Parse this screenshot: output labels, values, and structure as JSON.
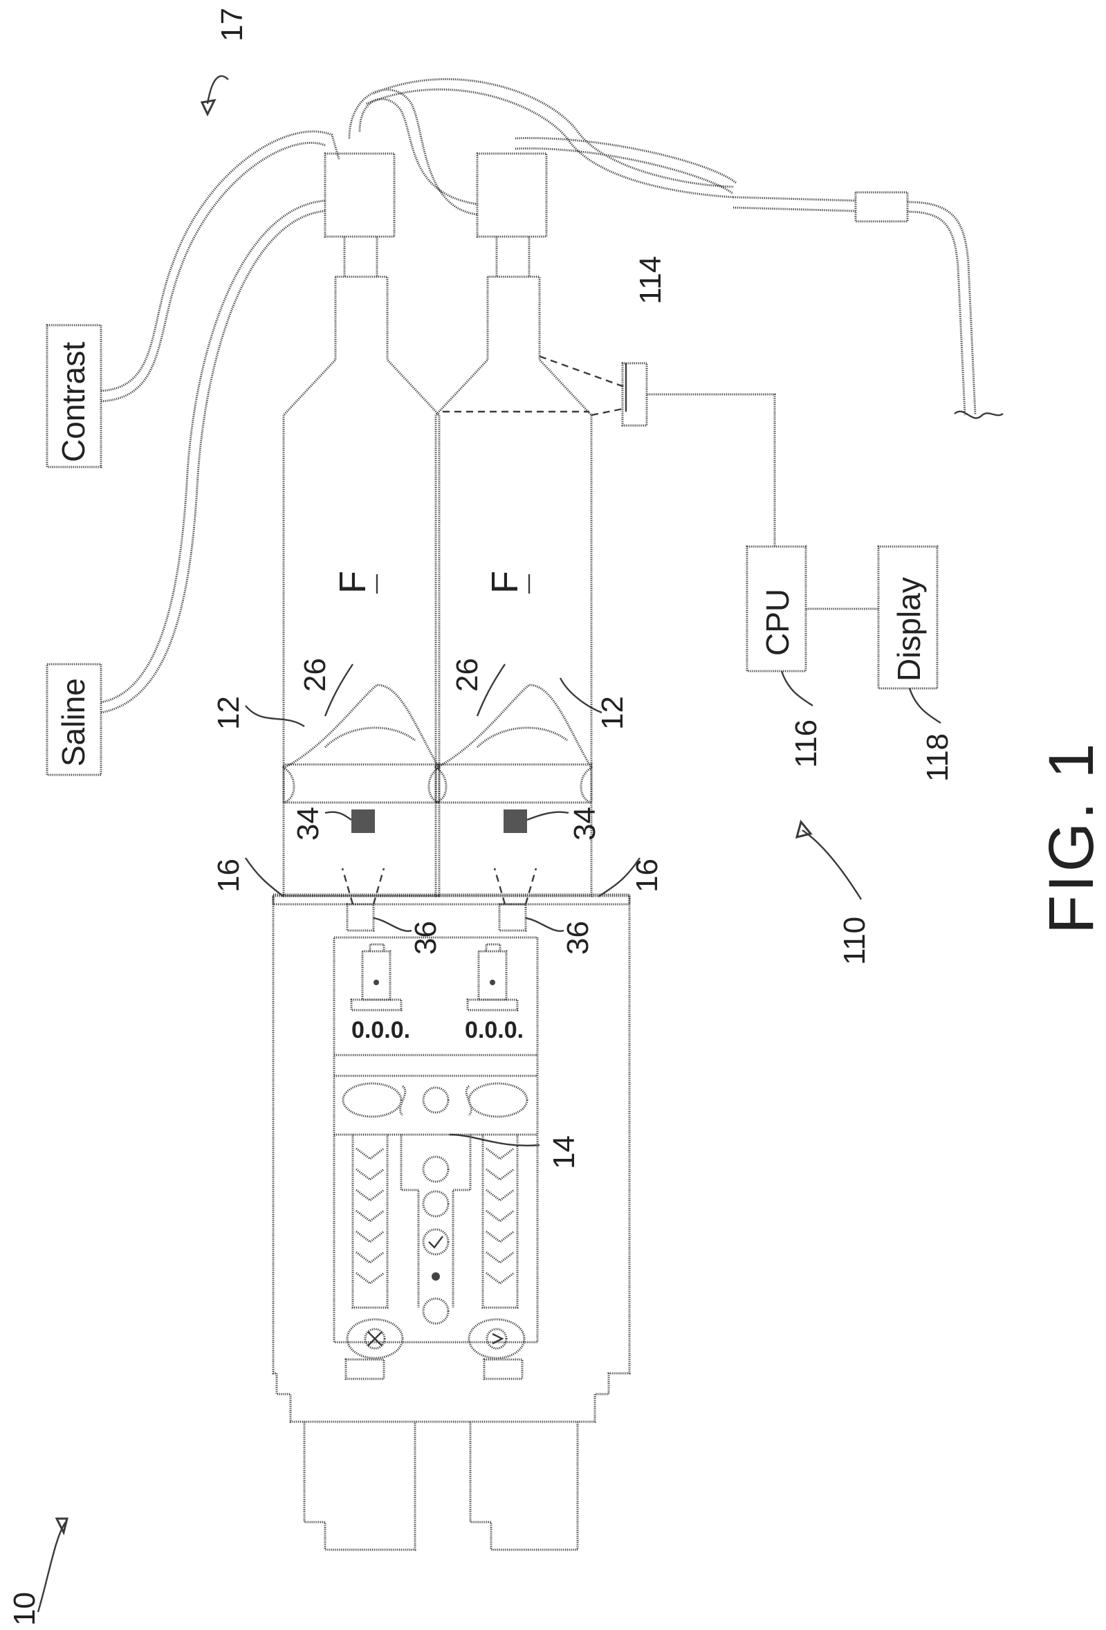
{
  "figure": {
    "caption": "FIG. 1",
    "reservoirs": {
      "contrast": "Contrast",
      "saline": "Saline"
    },
    "blocks": {
      "cpu": "CPU",
      "display": "Display"
    },
    "fluid_label": "F",
    "refs": {
      "r10": "10",
      "r110": "110",
      "r17": "17",
      "r114": "114",
      "r116": "116",
      "r118": "118",
      "r12": "12",
      "r14": "14",
      "r16": "16",
      "r26": "26",
      "r34": "34",
      "r36": "36"
    },
    "panel_readout": "0.0.0."
  }
}
